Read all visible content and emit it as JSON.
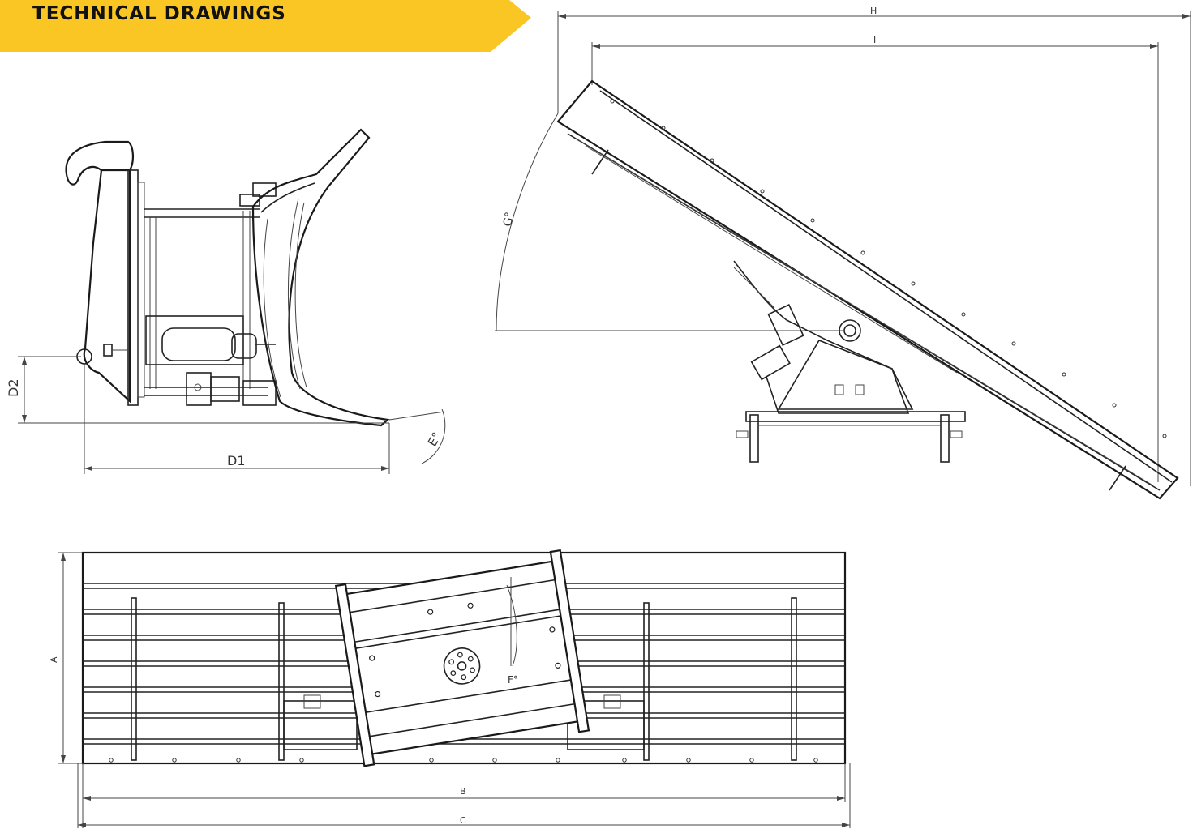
{
  "header": {
    "title": "TECHNICAL DRAWINGS",
    "accent_color": "#F9C623"
  },
  "side_view": {
    "dim_d1": "D1",
    "dim_d2": "D2",
    "angle_e": "E°"
  },
  "angle_view": {
    "dim_h": "H",
    "dim_i": "I",
    "angle_g": "G°"
  },
  "top_view": {
    "dim_a": "A",
    "dim_b": "B",
    "dim_c": "C",
    "angle_f": "F°"
  }
}
